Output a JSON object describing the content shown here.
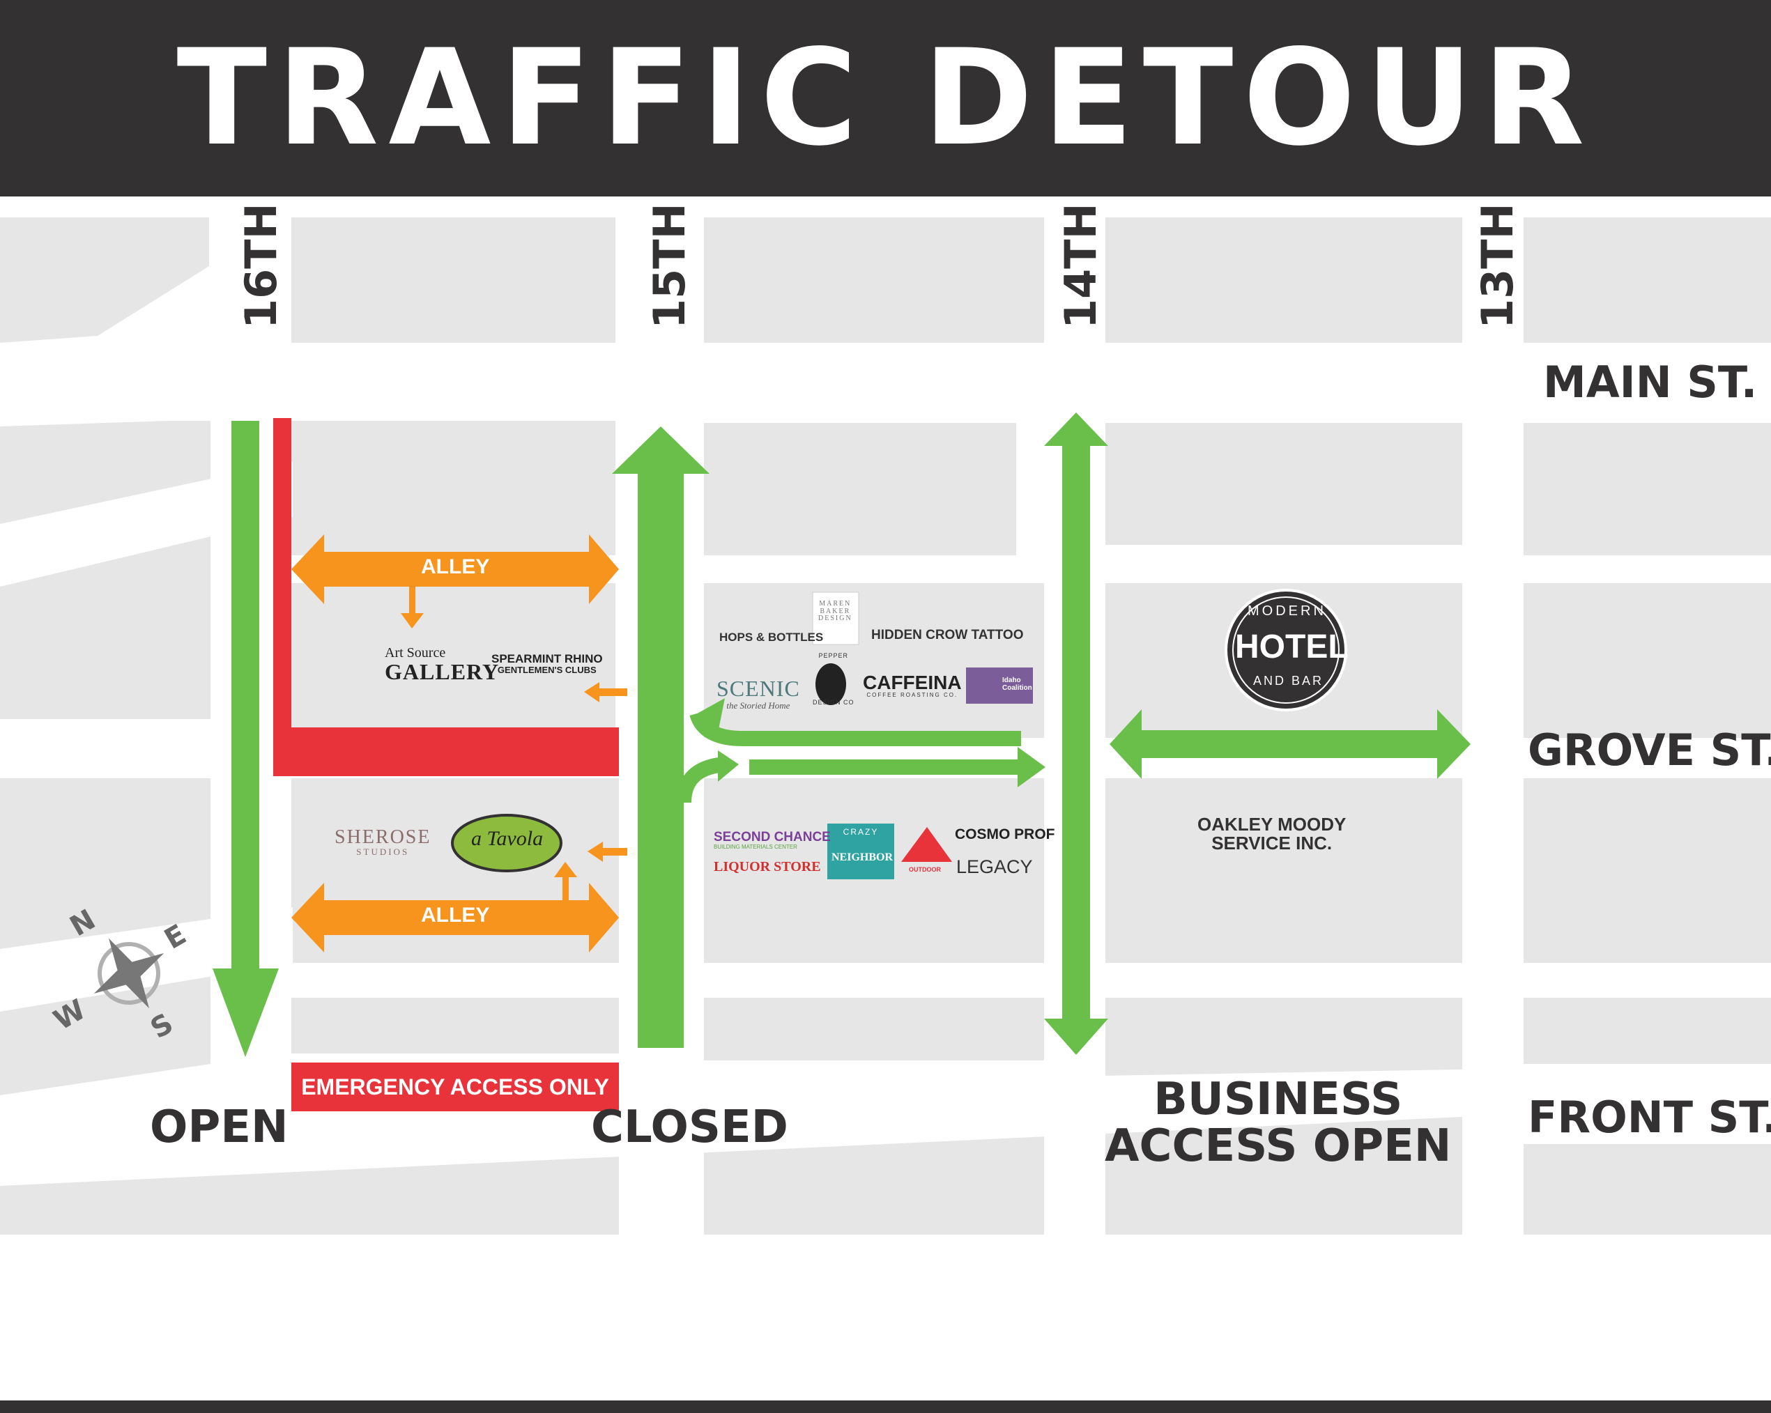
{
  "title": "TRAFFIC DETOUR",
  "colors": {
    "open": "#6abf4b",
    "closed": "#e8333b",
    "business_access": "#f7941d",
    "header": "#333132",
    "block": "#e6e6e7",
    "road": "#ffffff"
  },
  "streets": {
    "s16": "16TH",
    "s15": "15TH",
    "s14": "14TH",
    "s13": "13TH",
    "main": "MAIN ST.",
    "grove": "GROVE ST.",
    "front": "FRONT ST."
  },
  "alleys": [
    "ALLEY",
    "ALLEY"
  ],
  "businesses": {
    "art_source_1": "Art Source",
    "art_source_2": "GALLERY",
    "spearmint_1": "SPEARMINT RHINO",
    "spearmint_2": "GENTLEMEN'S CLUBS",
    "sherose_1": "SHEROSE",
    "sherose_2": "STUDIOS",
    "atavola": "a Tavola",
    "hops": "HOPS & BOTTLES",
    "maren_1": "MAREN",
    "maren_2": "BAKER",
    "maren_3": "DESIGN",
    "hidden_crow": "HIDDEN CROW TATTOO",
    "scenic_1": "SCENIC",
    "scenic_2": "the Storied Home",
    "pepper_1": "PEPPER",
    "pepper_2": "DESIGN CO",
    "caffeina_1": "CAFFEINA",
    "caffeina_2": "COFFEE ROASTING CO.",
    "idaho": "Idaho Coalition",
    "modern": "MODERN",
    "hotel": "HOTEL",
    "andbar": "AND BAR",
    "second_1": "SECOND CHANCE",
    "second_2": "BUILDING MATERIALS CENTER",
    "liquor": "LIQUOR STORE",
    "crazy_1": "CRAZY",
    "crazy_2": "NEIGHBOR",
    "outdoor": "OUTDOOR",
    "cosmo": "COSMO PROF",
    "legacy": "LEGACY",
    "oakley_1": "OAKLEY MOODY",
    "oakley_2": "SERVICE INC."
  },
  "compass": {
    "n": "N",
    "e": "E",
    "s": "S",
    "w": "W"
  },
  "emergency": "EMERGENCY ACCESS ONLY",
  "legend": {
    "open": "OPEN",
    "closed": "CLOSED",
    "business_1": "BUSINESS",
    "business_2": "ACCESS OPEN"
  }
}
